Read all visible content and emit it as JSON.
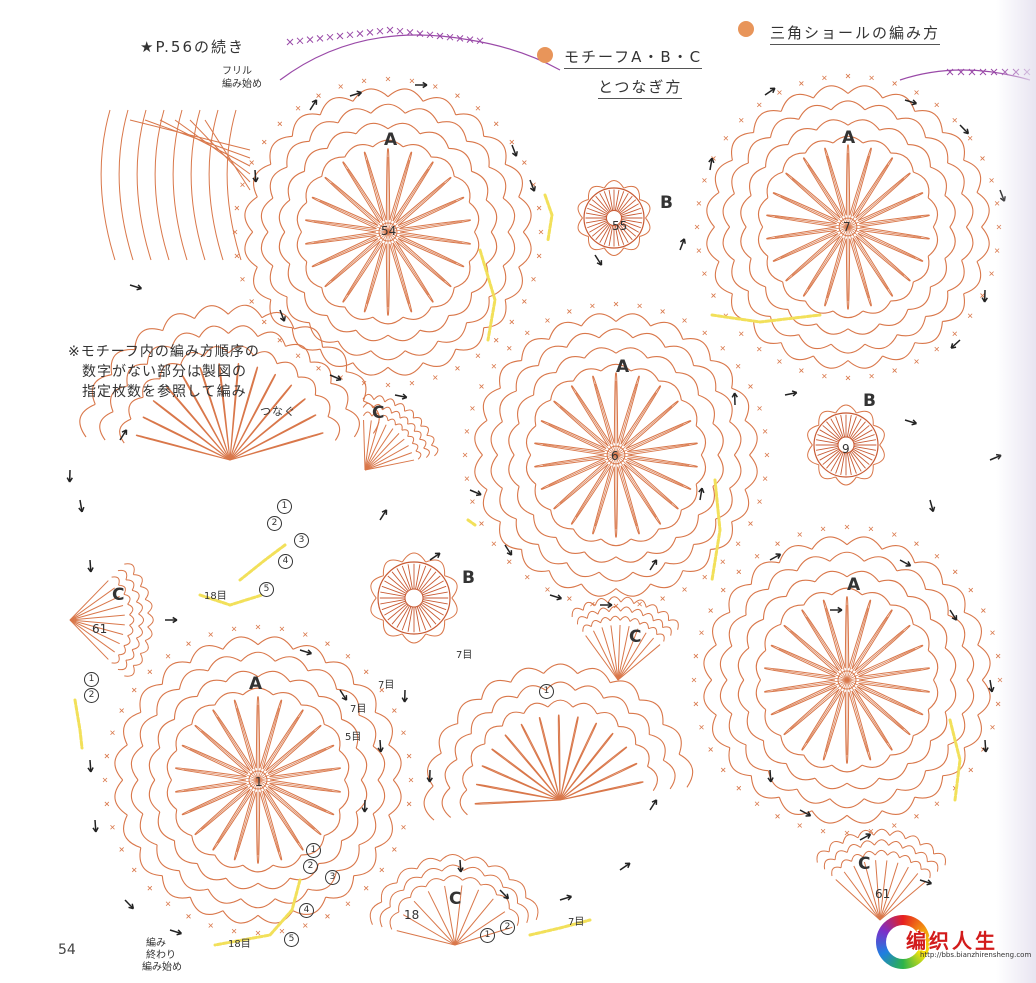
{
  "header": {
    "continued": "★P.56の続き",
    "ruffle_start": [
      "フリル",
      "編み始め"
    ],
    "motif_title": "モチーフA・B・C",
    "motif_subtitle": "とつなぎ方",
    "shawl_title": "三角ショールの編み方"
  },
  "note": {
    "line1": "※モチーフ内の編み方順序の",
    "line2": "数字がない部分は製図の",
    "line3": "指定枚数を参照して編み",
    "line4": "つなぐ"
  },
  "motifs": {
    "a54": {
      "type": "A",
      "number": "54"
    },
    "b55": {
      "type": "B",
      "number": "55"
    },
    "a7": {
      "type": "A",
      "number": "7"
    },
    "a6": {
      "type": "A",
      "number": "6"
    },
    "b9": {
      "type": "B",
      "number": "9"
    },
    "c_top": {
      "type": "C"
    },
    "b_mid": {
      "type": "B"
    },
    "c_mid": {
      "type": "C"
    },
    "a_right": {
      "type": "A"
    },
    "c_left": {
      "type": "C",
      "number": "61"
    },
    "a1": {
      "type": "A",
      "number": "1"
    },
    "c_bottom": {
      "type": "C",
      "number": "18"
    },
    "c_right": {
      "type": "C",
      "number": "61"
    }
  },
  "annotations": {
    "row18_a": "18目",
    "row18_b": "18目",
    "row7_a": "7目",
    "row7_b": "7目",
    "row7_c": "7目",
    "row7_d": "7目",
    "row5": "5目",
    "end_label": [
      "編み",
      "終わり"
    ],
    "start_label": "編み始め",
    "c1": "1",
    "c2": "2",
    "c3": "3",
    "c4": "4",
    "c5": "5"
  },
  "page_number": "54",
  "watermark": {
    "brand": "编织人生",
    "url": "http://bbs.bianzhirensheng.com"
  },
  "colors": {
    "stitch": "#d9774a",
    "stitch_dark": "#c85a33",
    "join": "#f2e05a",
    "purple": "#9a4aa8",
    "bullet": "#e8955a",
    "arrow": "#222222"
  }
}
